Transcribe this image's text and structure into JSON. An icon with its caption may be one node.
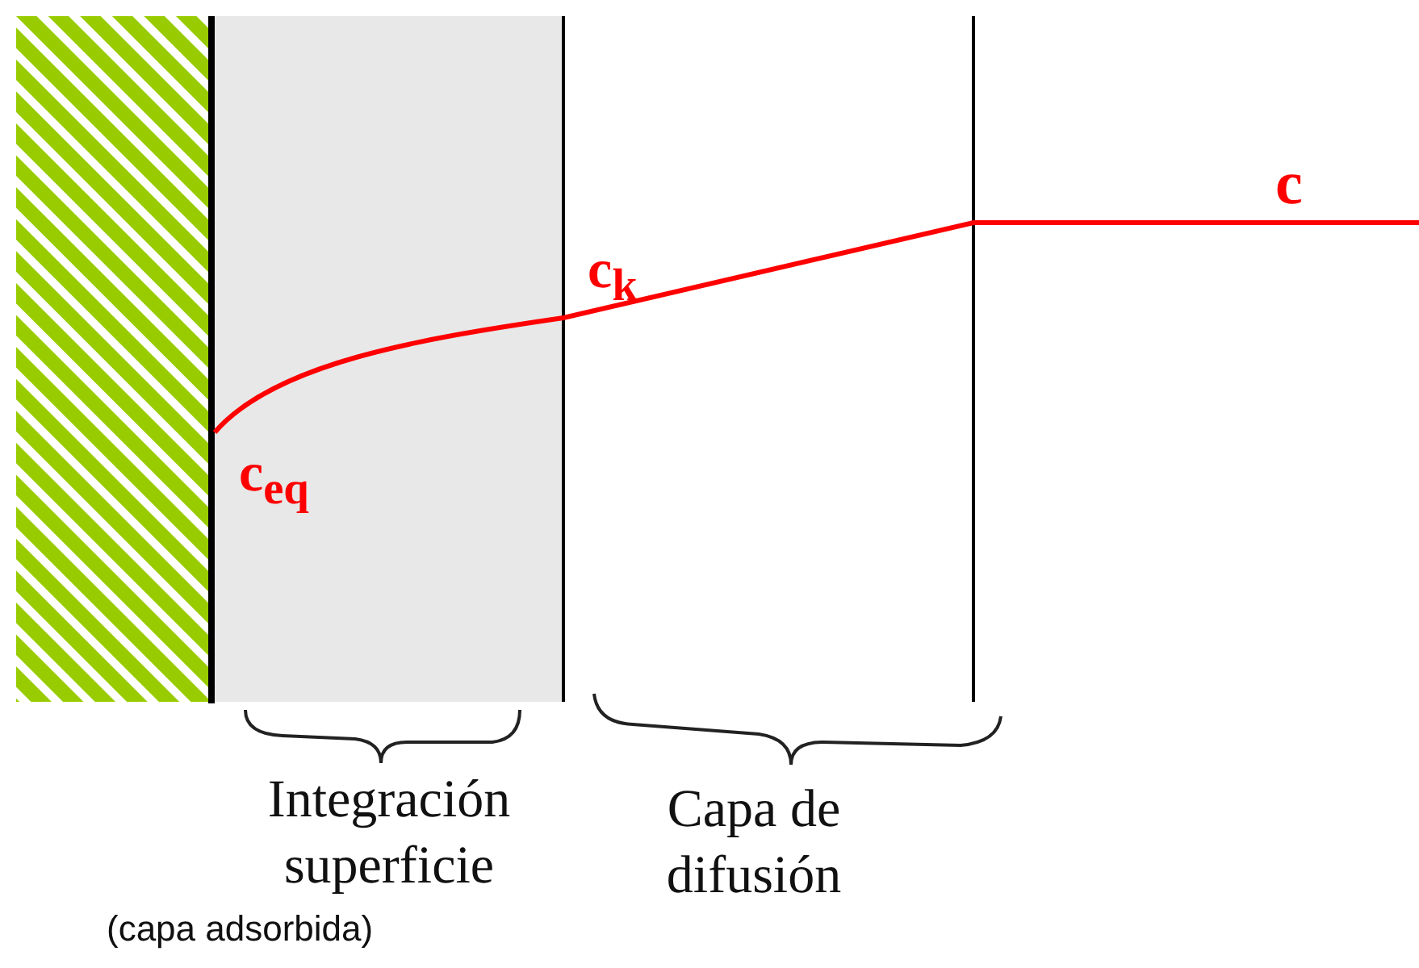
{
  "diagram": {
    "labels": [
      "c",
      "c$_{k}$",
      "c$_{eq}$",
      "Integración superficie",
      "(capa adsorbida)",
      "Capa de difusión"
    ]
  }
}
